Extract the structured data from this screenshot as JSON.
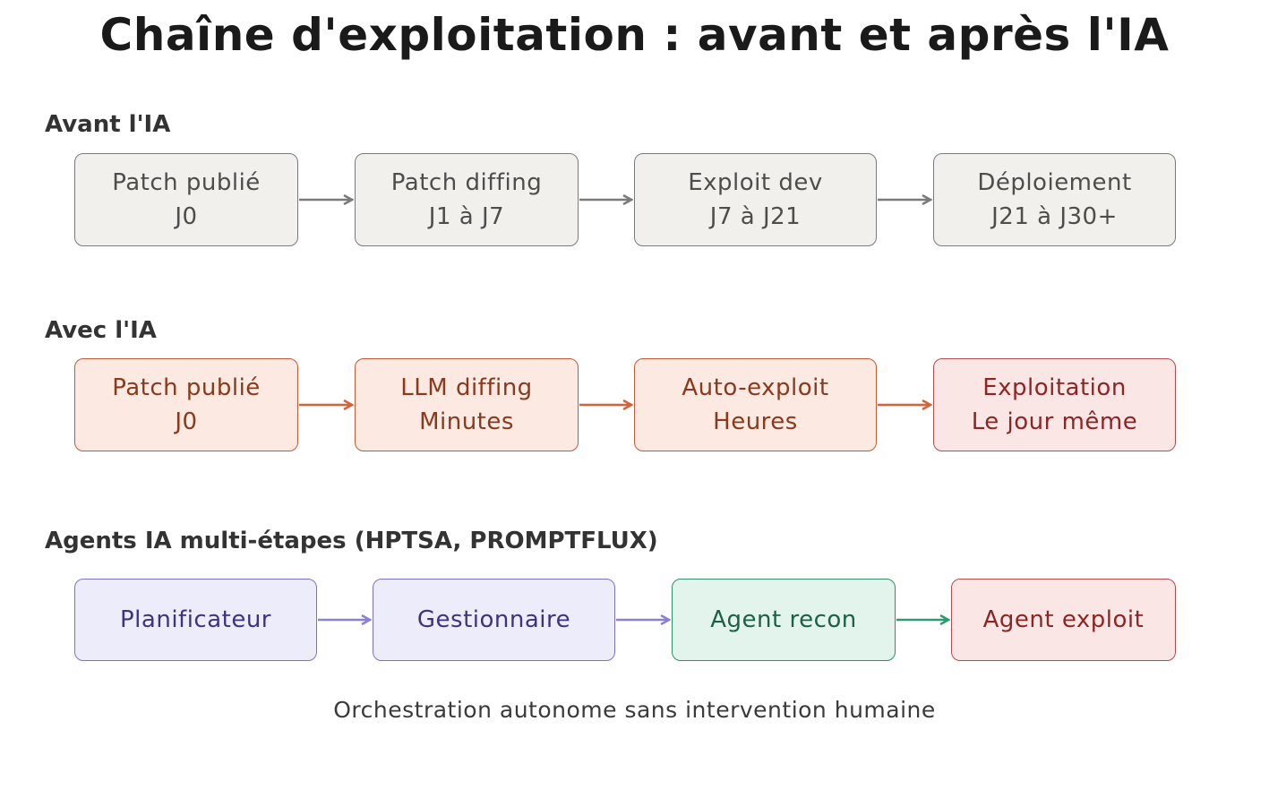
{
  "title": "Chaîne d'exploitation : avant et après l'IA",
  "rows": [
    {
      "label": "Avant l'IA",
      "steps": [
        {
          "line1": "Patch publié",
          "line2": "J0"
        },
        {
          "line1": "Patch diffing",
          "line2": "J1 à J7"
        },
        {
          "line1": "Exploit dev",
          "line2": "J7 à J21"
        },
        {
          "line1": "Déploiement",
          "line2": "J21 à J30+"
        }
      ]
    },
    {
      "label": "Avec l'IA",
      "steps": [
        {
          "line1": "Patch publié",
          "line2": "J0"
        },
        {
          "line1": "LLM diffing",
          "line2": "Minutes"
        },
        {
          "line1": "Auto-exploit",
          "line2": "Heures"
        },
        {
          "line1": "Exploitation",
          "line2": "Le jour même"
        }
      ]
    },
    {
      "label": "Agents IA multi-étapes (HPTSA, PROMPTFLUX)",
      "steps": [
        {
          "line1": "Planificateur"
        },
        {
          "line1": "Gestionnaire"
        },
        {
          "line1": "Agent recon"
        },
        {
          "line1": "Agent exploit"
        }
      ]
    }
  ],
  "footnote": "Orchestration autonome sans intervention humaine",
  "colors": {
    "grey_arrow": "#7a7a7a",
    "orange_arrow": "#d4623a",
    "purple_arrow": "#8a80d6",
    "green_arrow": "#2f9a70"
  }
}
